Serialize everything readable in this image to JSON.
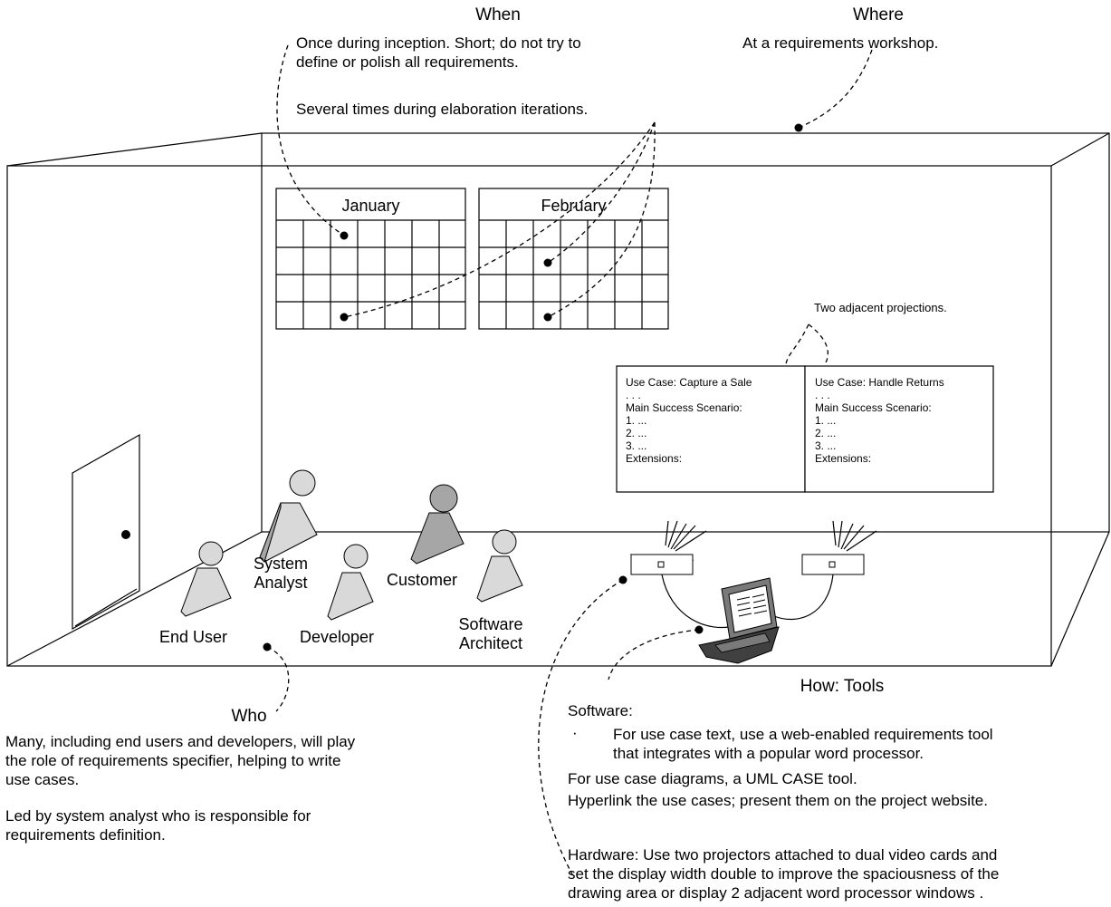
{
  "when": {
    "heading": "When",
    "lines": [
      "Once during inception. Short; do not try to",
      "define or polish all requirements."
    ],
    "elaboration": "Several times during elaboration iterations."
  },
  "where": {
    "heading": "Where",
    "text": "At a requirements workshop."
  },
  "calendars": {
    "january": "January",
    "february": "February"
  },
  "projections": {
    "label": "Two adjacent projections.",
    "left": [
      "Use Case: Capture a Sale",
      ". . .",
      "Main Success Scenario:",
      "1. ...",
      "2. ...",
      "3. ...",
      "Extensions:"
    ],
    "right": [
      "Use Case: Handle Returns",
      ". . .",
      "Main Success Scenario:",
      "1. ...",
      "2. ...",
      "3. ...",
      "Extensions:"
    ]
  },
  "people": {
    "end_user": "End User",
    "system_analyst": [
      "System",
      "Analyst"
    ],
    "developer": "Developer",
    "customer": "Customer",
    "software_architect": [
      "Software",
      "Architect"
    ]
  },
  "who": {
    "heading": "Who",
    "para1": [
      "Many, including end users and developers, will play",
      "the role of requirements specifier, helping to write",
      "use cases."
    ],
    "para2": [
      "Led by system analyst who is responsible for",
      "requirements definition."
    ]
  },
  "how": {
    "heading": "How: Tools",
    "software_label": "Software:",
    "bullet_mark": "·",
    "bullet_lines": [
      "For use case text, use a web-enabled requirements tool",
      "that integrates with a popular word processor."
    ],
    "line2": "For use case diagrams, a UML CASE tool.",
    "line3": "Hyperlink the use cases; present them on the project website.",
    "hardware": [
      "Hardware: Use two projectors attached to dual video cards and",
      "set the display width double to improve the spaciousness of the",
      "drawing area or display 2 adjacent word processor windows ."
    ]
  },
  "colors": {
    "stroke": "#000000",
    "person_light": "#d9d9d9",
    "person_dark": "#a6a6a6",
    "laptop": "#7a7a7a",
    "laptop_dark": "#404040"
  },
  "icons": {
    "door": "door-icon",
    "projector": "projector-icon",
    "laptop": "laptop-icon",
    "person": "person-icon"
  }
}
